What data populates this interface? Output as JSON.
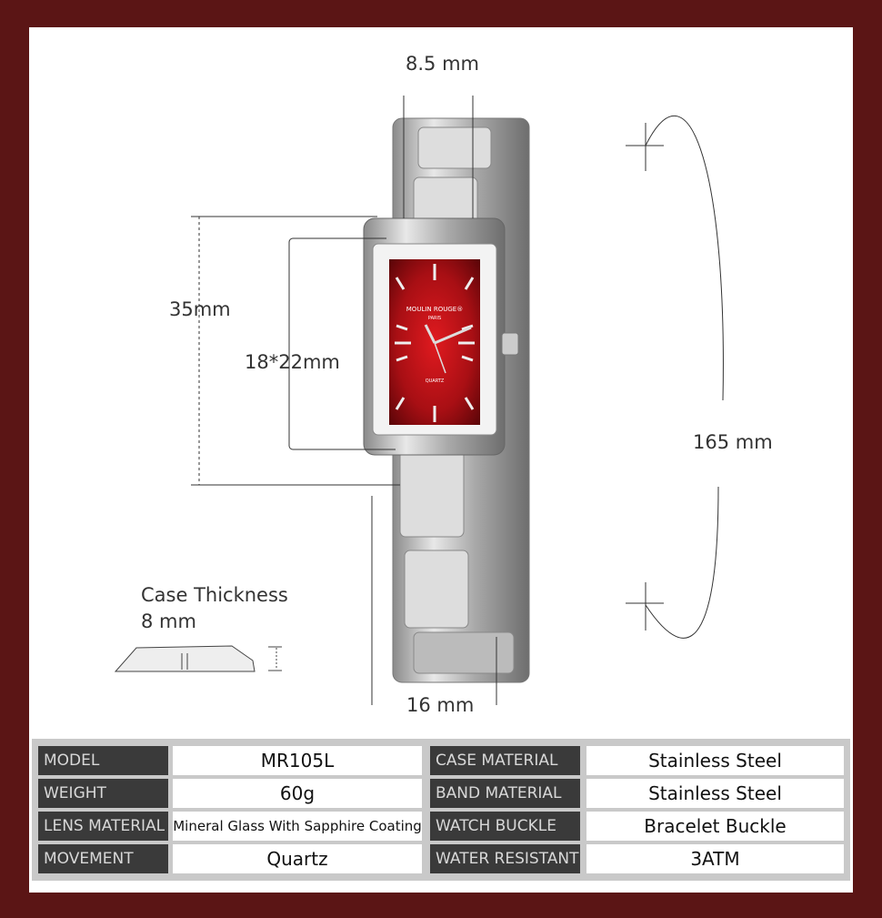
{
  "dimensions": {
    "lug_width": "8.5 mm",
    "case_length": "35mm",
    "dial_size": "18*22mm",
    "band_length": "165 mm",
    "case_width": "16 mm",
    "thickness_title": "Case Thickness",
    "thickness_value": "8 mm"
  },
  "dial": {
    "brand": "MOULIN ROUGE®",
    "city": "PARIS",
    "movement": "QUARTZ"
  },
  "colors": {
    "frame": "#5b1515",
    "dial": "#c8141a",
    "label_bg": "#3a3a3a"
  },
  "specs": [
    {
      "label": "MODEL",
      "value": "MR105L"
    },
    {
      "label": "CASE MATERIAL",
      "value": "Stainless Steel"
    },
    {
      "label": "WEIGHT",
      "value": "60g"
    },
    {
      "label": "BAND MATERIAL",
      "value": "Stainless Steel"
    },
    {
      "label": "LENS MATERIAL",
      "value": "Mineral Glass With Sapphire Coating"
    },
    {
      "label": "WATCH BUCKLE",
      "value": "Bracelet Buckle"
    },
    {
      "label": "MOVEMENT",
      "value": "Quartz"
    },
    {
      "label": "WATER RESISTANT",
      "value": "3ATM"
    }
  ]
}
